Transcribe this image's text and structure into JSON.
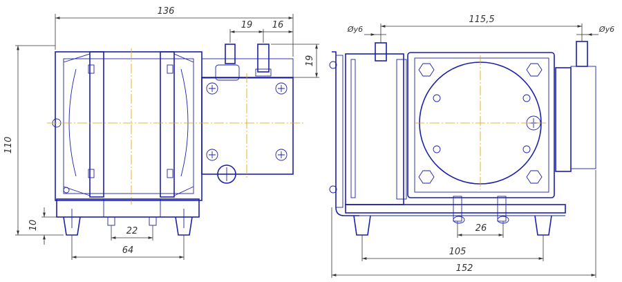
{
  "colors": {
    "line": "#1b1fa8",
    "dimension": "#333333",
    "centerline": "#e0a000",
    "accent": "#c0c000",
    "background": "#ffffff"
  },
  "dimensions": {
    "left_total_width": "136",
    "left_top_a": "19",
    "left_top_b": "16",
    "left_height": "110",
    "left_nozzle_height": "19",
    "left_foot_height": "10",
    "left_feet_inner": "22",
    "left_feet_outer": "64",
    "right_nozzle_span": "115,5",
    "right_nozzle_left": "Øу6",
    "right_nozzle_right": "Øу6",
    "right_inner_feet": "26",
    "right_outer_feet": "105",
    "right_total": "152"
  }
}
